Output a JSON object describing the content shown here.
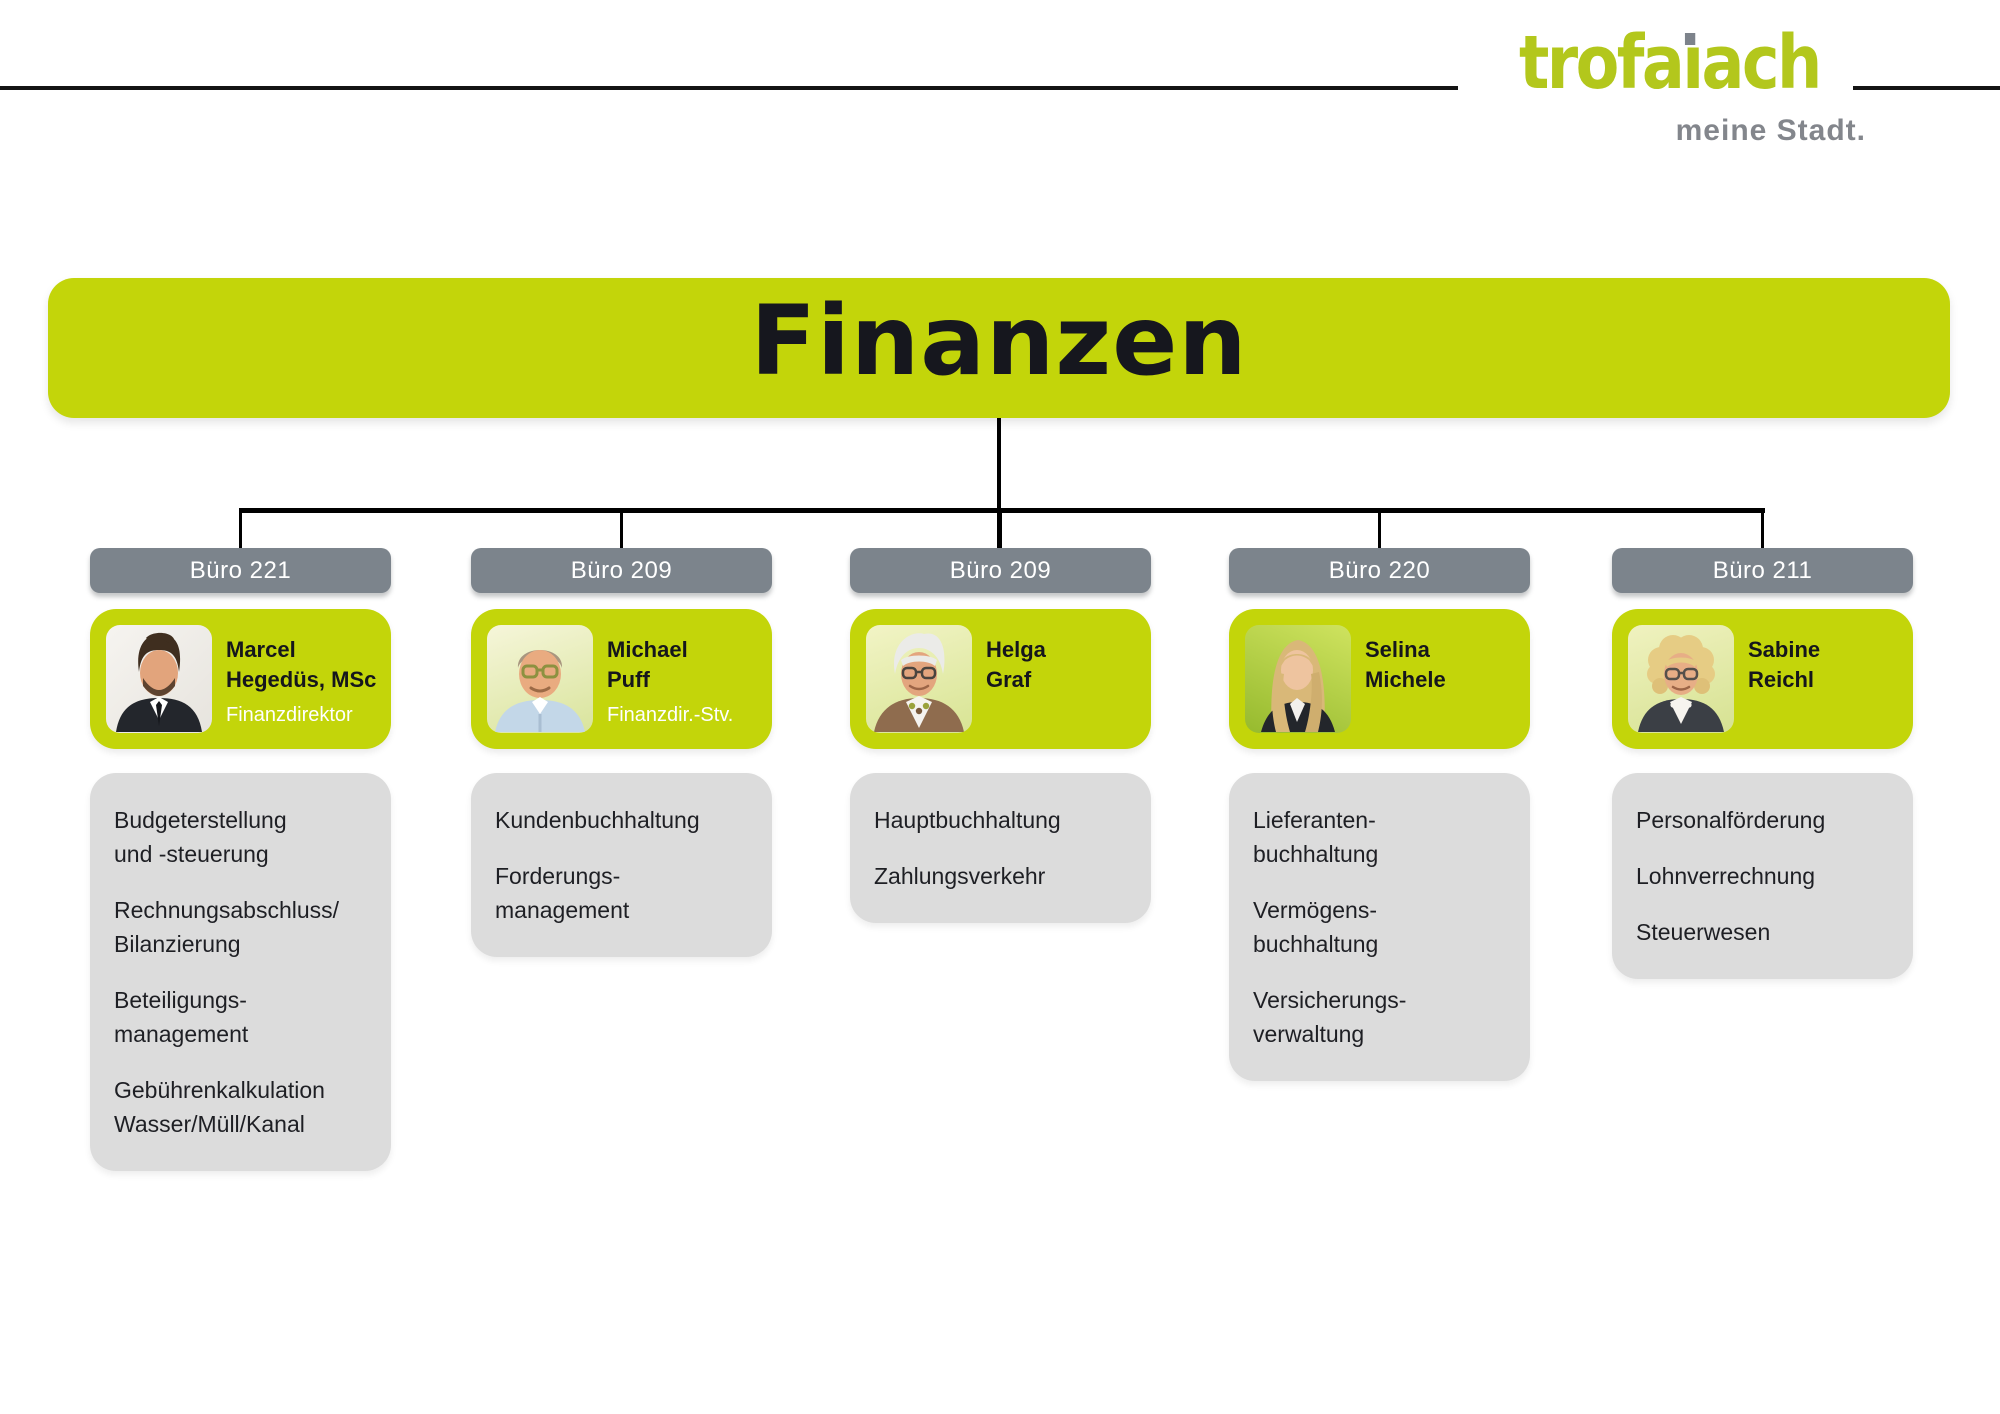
{
  "header": {
    "logo_text": "trofaiach",
    "logo_parts": {
      "left": "trofa",
      "i": "ı",
      "right": "ach"
    },
    "tagline": "meine Stadt."
  },
  "title": "Finanzen",
  "colors": {
    "brand_green": "#c3d50a",
    "logo_green": "#b3c71c",
    "badge_gray": "#7c848c",
    "task_card_gray": "#dcdcdc",
    "dark_text": "#16171e",
    "tagline_gray": "#83868c",
    "connector_black": "#000000"
  },
  "columns": [
    {
      "office": "Büro 221",
      "name_lines": [
        "Marcel",
        "Hegedüs, MSc"
      ],
      "role": "Finanzdirektor",
      "portrait": "man-dark-hair-beard-dark-suit",
      "tasks": [
        "Budgeterstellung\nund -steuerung",
        "Rechnungsabschluss/\nBilanzierung",
        "Beteiligungs-\nmanagement",
        "Gebührenkalkulation\nWasser/Müll/Kanal"
      ]
    },
    {
      "office": "Büro 209",
      "name_lines": [
        "Michael",
        "Puff"
      ],
      "role": "Finanzdir.-Stv.",
      "portrait": "man-glasses-light-blue-shirt",
      "tasks": [
        "Kundenbuchhaltung",
        "Forderungs-\nmanagement"
      ]
    },
    {
      "office": "Büro 209",
      "name_lines": [
        "Helga",
        "Graf"
      ],
      "role": "",
      "portrait": "woman-white-hair-glasses-brown-cardigan",
      "tasks": [
        "Hauptbuchhaltung",
        "Zahlungsverkehr"
      ]
    },
    {
      "office": "Büro 220",
      "name_lines": [
        "Selina",
        "Michele"
      ],
      "role": "",
      "portrait": "woman-long-blonde-hair-dark-blazer",
      "tasks": [
        "Lieferanten-\nbuchhaltung",
        "Vermögens-\nbuchhaltung",
        "Versicherungs-\nverwaltung"
      ]
    },
    {
      "office": "Büro 211",
      "name_lines": [
        "Sabine",
        "Reichl"
      ],
      "role": "",
      "portrait": "woman-curly-blonde-hair-glasses-blazer",
      "tasks": [
        "Personalförderung",
        "Lohnverrechnung",
        "Steuerwesen"
      ]
    }
  ]
}
